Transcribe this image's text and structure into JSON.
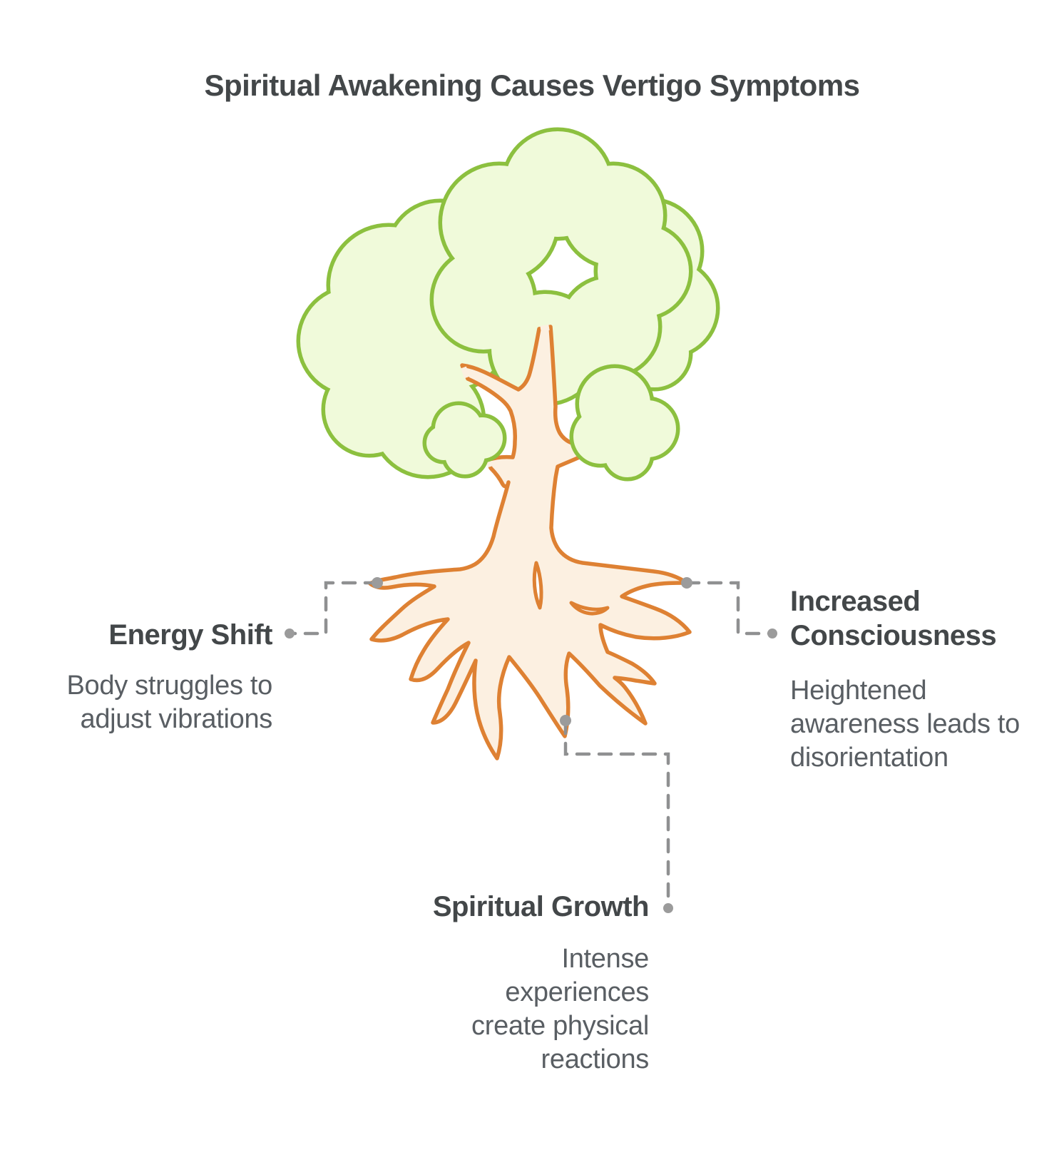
{
  "title": "Spiritual Awakening Causes Vertigo Symptoms",
  "illustration": "tree-with-exposed-roots",
  "labels": {
    "energy_shift": {
      "heading": "Energy Shift",
      "description": "Body struggles to adjust vibrations"
    },
    "increased_consciousness": {
      "heading": "Increased Consciousness",
      "description": "Heightened awareness leads to disorientation"
    },
    "spiritual_growth": {
      "heading": "Spiritual Growth",
      "description": "Intense experiences create physical reactions"
    }
  },
  "colors": {
    "background": "#ffffff",
    "canopy_fill": "#f0fada",
    "canopy_outline": "#8cc03f",
    "trunk_fill": "#fcf0e1",
    "trunk_outline": "#de8133",
    "heading_text": "#434749",
    "body_text": "#595e63",
    "connector": "#8f9091",
    "anchor_dot": "#9b9b9b"
  }
}
